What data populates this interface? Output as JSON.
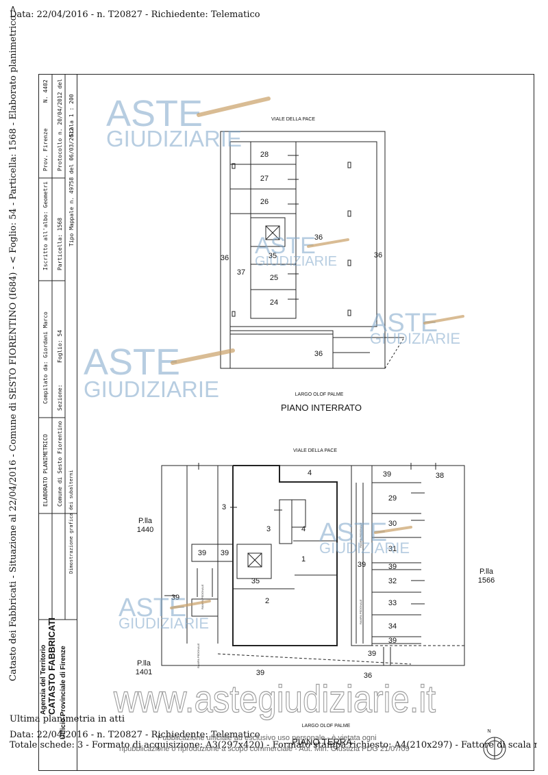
{
  "header": {
    "line": "Data: 22/04/2016 - n. T20827 - Richiedente: Telematico"
  },
  "side_caption": "Catasto dei Fabbricati - Situazione al 22/04/2016 - Comune di SESTO FIORENTINO (I684) - < Foglio: 54 - Particella: 1568 - Elaborato planimetrico >",
  "title_block": {
    "agency": "Agenzia del Territorio",
    "catasto": "CATASTO FABBRICATI",
    "ufficio": "Ufficio Provinciale di  Firenze",
    "elaborato": "ELABORATO PLANIMETRICO",
    "compilato": "Compilato da: Giordani Marco",
    "iscritto": "Iscritto all'albo: Geometri",
    "prov": "Prov. Firenze",
    "n": "N.  4402",
    "comune": "Comune di Sesto Fiorentino",
    "sezione": "Sezione:",
    "foglio": "Foglio: 54",
    "particella": "Particella: 1568",
    "protocollo": "Protocollo n.    20/04/2012   del",
    "dimostrazione": "Dimostrazione grafica dei subalterni",
    "tipo_mappale": "Tipo Mappale n. 49758  del 06/03/2012",
    "scala": "Scala 1 : 200"
  },
  "plan_basement": {
    "street_top": "VIALE DELLA PACE",
    "street_bottom": "LARGO OLOF PALME",
    "title": "PIANO INTERRATO",
    "rooms": [
      "28",
      "27",
      "26",
      "36",
      "36",
      "36",
      "35",
      "37",
      "25",
      "24",
      "36"
    ]
  },
  "plan_ground": {
    "street_top": "VIALE DELLA PACE",
    "street_bottom": "LARGO OLOF PALME",
    "title": "PIANO TERRA",
    "rooms": [
      "4",
      "39",
      "38",
      "29",
      "3",
      "3",
      "4",
      "30",
      "31",
      "39",
      "39",
      "39",
      "39",
      "1",
      "32",
      "35",
      "2",
      "33",
      "34",
      "39",
      "39",
      "39",
      "36"
    ],
    "plla": [
      "P.lla",
      "1440",
      "P.lla",
      "1566",
      "P.lla",
      "1401"
    ],
    "ramp": "RAMPA PEDONALE"
  },
  "watermark": {
    "aste": "ASTE",
    "giudiziarie": "GIUDIZIARIE",
    "url": "www.astegiudiziarie.it"
  },
  "north": "N",
  "footer": {
    "ultima": "Ultima planimetria in atti",
    "data_line": "Data: 22/04/2016 - n. T20827 - Richiedente: Telematico",
    "totale": "Totale schede: 3 - Formato di acquisizione: A3(297x420) - Formato stampa richiesto: A4(210x297) - Fattore di scala non utilizzabile",
    "overlay1": "Pubblicazione ufficiale ad esclusivo uso personale - è vietata ogni",
    "overlay2": "ripubblicazione o riproduzione a scopo commerciale - Aut. Min. Giustizia PDG 21/07/09"
  }
}
